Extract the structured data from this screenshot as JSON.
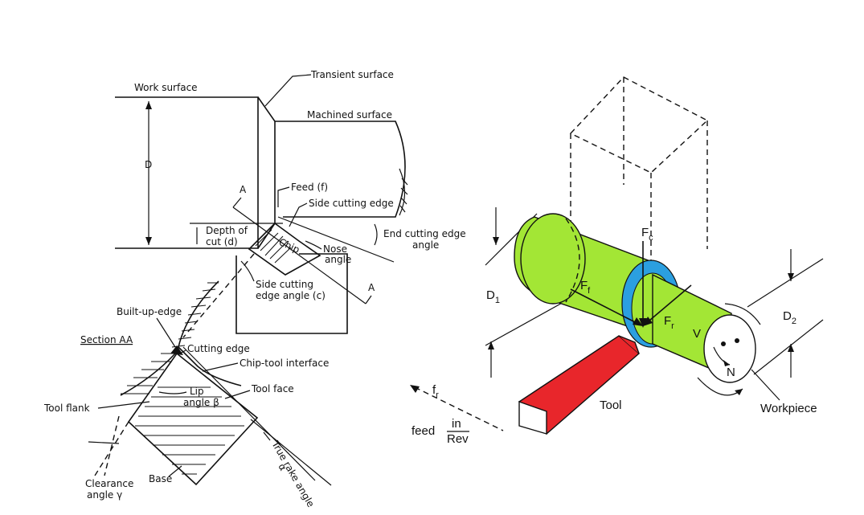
{
  "left_diagram": {
    "work_surface": "Work surface",
    "transient_surface": "Transient surface",
    "machined_surface": "Machined surface",
    "diameter": "D",
    "feed": "Feed (f)",
    "side_cutting_edge": "Side cutting edge",
    "section_mark_a_top": "A",
    "section_mark_a_bottom": "A",
    "depth_of_cut_line1": "Depth of",
    "depth_of_cut_line2": "cut (d)",
    "chip": "Chip",
    "nose_angle_line1": "Nose",
    "nose_angle_line2": "angle",
    "end_cutting_edge_line1": "End cutting edge",
    "end_cutting_edge_line2": "angle",
    "side_cutting_angle_line1": "Side cutting",
    "side_cutting_angle_line2": "edge angle (c)",
    "built_up_edge": "Built-up-edge",
    "section_aa": "Section AA",
    "cutting_edge": "Cutting edge",
    "chip_tool_interface": "Chip-tool interface",
    "tool_face": "Tool face",
    "lip_angle_line1": "Lip",
    "lip_angle_line2": "angle β",
    "tool_flank": "Tool flank",
    "true_rake_angle_line1": "True rake angle",
    "true_rake_angle_line2": "α",
    "clearance_angle_line1": "Clearance",
    "clearance_angle_line2": "angle γ",
    "base": "Base"
  },
  "right_diagram": {
    "d1": "D",
    "d1_sub": "1",
    "d2": "D",
    "d2_sub": "2",
    "fc": "F",
    "fc_sub": "c",
    "ff": "F",
    "ff_sub": "f",
    "fr": "F",
    "fr_sub": "r",
    "v": "V",
    "n": "N",
    "tool": "Tool",
    "workpiece": "Workpiece",
    "feed_fr": "f",
    "feed_fr_sub": "r",
    "feed": "feed",
    "feed_unit_num": "in",
    "feed_unit_den": "Rev"
  },
  "colors": {
    "workpiece": "#a3e635",
    "workpiece_ring": "#2b9fe0",
    "tool": "#e8262b",
    "ink": "#111111"
  }
}
